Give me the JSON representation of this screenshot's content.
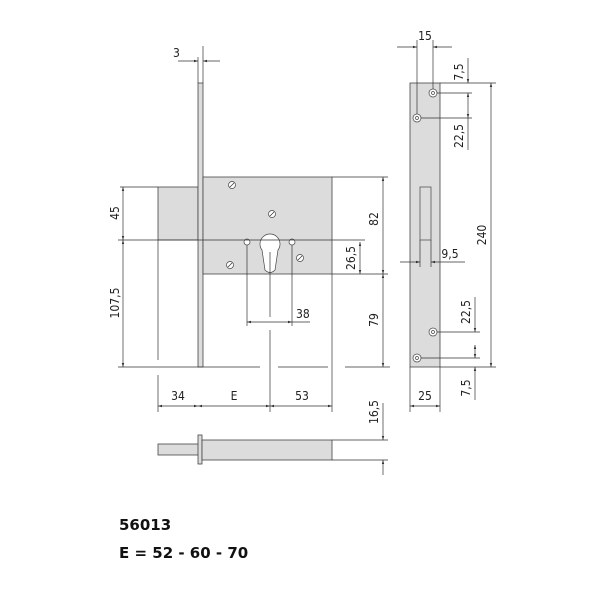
{
  "drawing": {
    "model": "56013",
    "variants": "E = 52 - 60 - 70",
    "front_view": {
      "faceplate_thickness": "3",
      "bolt_height": "45",
      "bolt_to_bottom": "107,5",
      "case_upper": "82",
      "case_lower": "79",
      "cylinder_offset": "26,5",
      "screw_spacing": "38",
      "bolt_throw": "34",
      "backset": "E",
      "case_rear": "53"
    },
    "bolt_view": {
      "bolt_thickness": "16,5"
    },
    "strike_plate": {
      "hole_spacing_x": "15",
      "top_offset": "7,5",
      "top_hole_spacing": "22,5",
      "height": "240",
      "slot_width": "9,5",
      "bottom_hole_spacing": "22,5",
      "bottom_offset": "7,5",
      "width": "25"
    }
  },
  "colors": {
    "part_fill": "#dcdcdc",
    "line": "#333333"
  }
}
